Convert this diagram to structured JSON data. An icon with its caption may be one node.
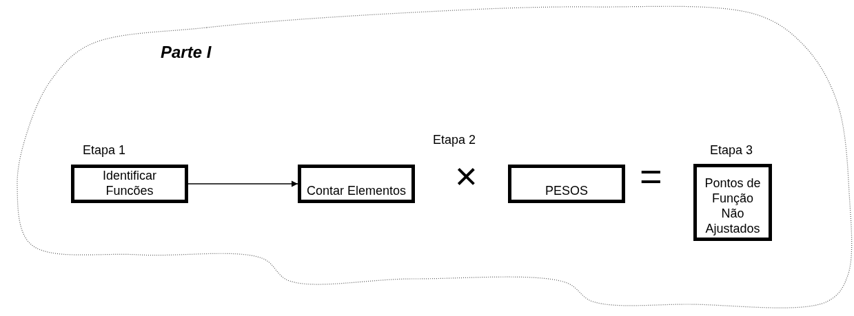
{
  "diagram": {
    "title": "Parte I",
    "nodes": [
      {
        "text": [
          "Identificar Funcões"
        ],
        "beside": [
          "Etapa 1"
        ]
      },
      {
        "text": [
          "Contar Elementos"
        ]
      },
      {
        "text": [
          "PESOS"
        ]
      },
      {
        "text": [
          "Pontos de Função Não Ajustados"
        ],
        "beside": [
          "Etapa 3"
        ]
      }
    ],
    "edges": [
      {
        "from": 0,
        "to": 1,
        "arrow": "to"
      }
    ],
    "labels": [
      "Etapa 2",
      "×",
      "="
    ]
  }
}
